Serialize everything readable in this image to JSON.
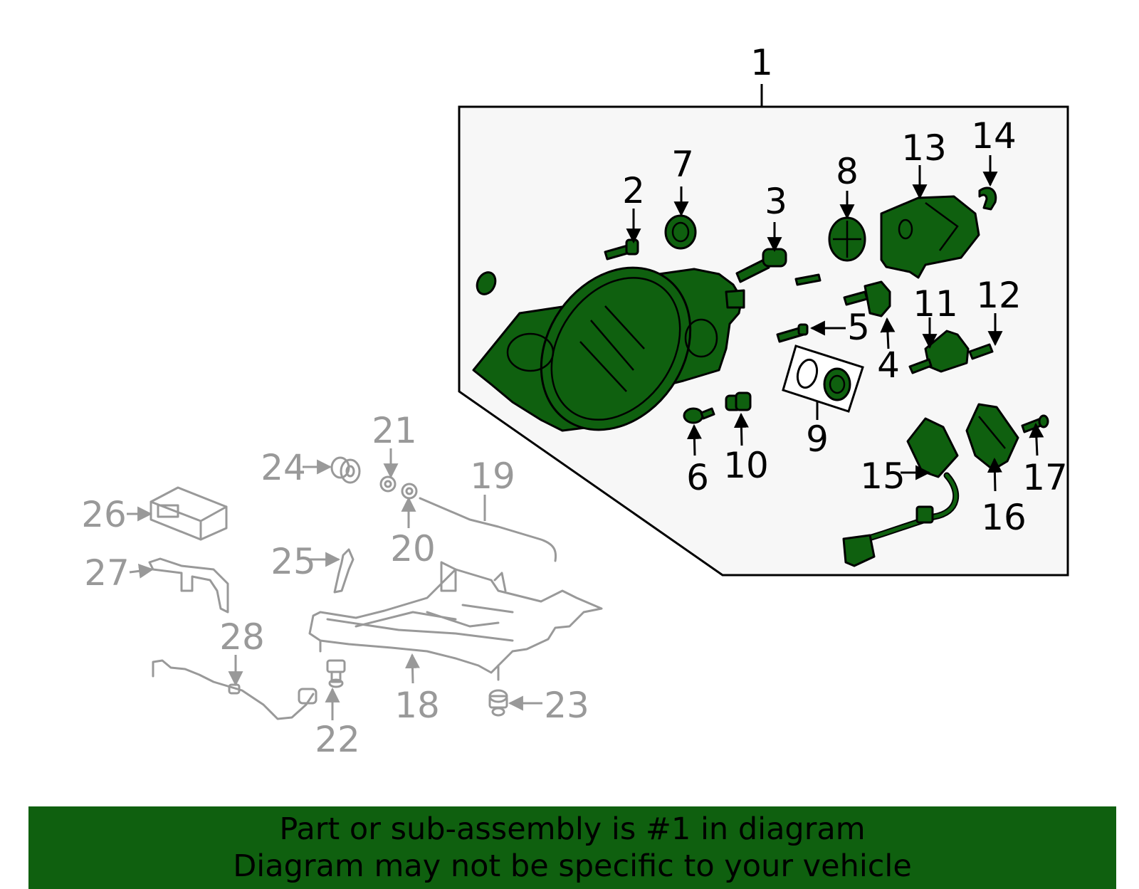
{
  "colors": {
    "highlight_part": "#0f600f",
    "banner_background": "#0f600f",
    "banner_text": "#000000",
    "subassembly_box_fill": "#f7f7f7",
    "included_label": "#000000",
    "other_label": "#999999"
  },
  "callouts": {
    "c1": "1",
    "c2": "2",
    "c3": "3",
    "c4": "4",
    "c5": "5",
    "c6": "6",
    "c7": "7",
    "c8": "8",
    "c9": "9",
    "c10": "10",
    "c11": "11",
    "c12": "12",
    "c13": "13",
    "c14": "14",
    "c15": "15",
    "c16": "16",
    "c17": "17",
    "c18": "18",
    "c19": "19",
    "c20": "20",
    "c21": "21",
    "c22": "22",
    "c23": "23",
    "c24": "24",
    "c25": "25",
    "c26": "26",
    "c27": "27",
    "c28": "28"
  },
  "banner": {
    "line1": "Part or sub-assembly is #1 in diagram",
    "line2": "Diagram may not be specific to your vehicle"
  }
}
